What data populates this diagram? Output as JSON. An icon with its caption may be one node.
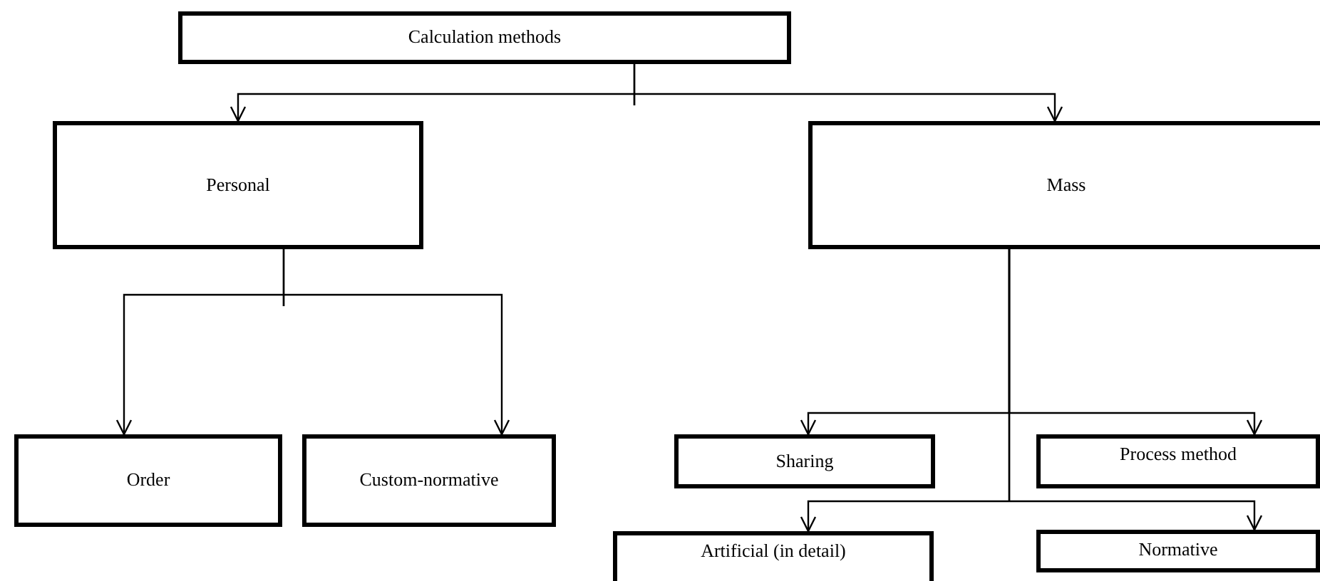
{
  "diagram": {
    "nodes": [
      {
        "text": [
          "Calculation methods"
        ]
      },
      {
        "text": [
          "Personal"
        ]
      },
      {
        "text": [
          "Mass"
        ]
      },
      {
        "text": [
          "Order"
        ]
      },
      {
        "text": [
          "Custom-normative"
        ]
      },
      {
        "text": [
          "Sharing"
        ]
      },
      {
        "text": [
          "Process method"
        ]
      },
      {
        "text": [
          "Artificial (in detail)"
        ]
      },
      {
        "text": [
          "Normative"
        ]
      }
    ],
    "edges": [
      {
        "from": 0,
        "to": 1,
        "arrow": "to"
      },
      {
        "from": 0,
        "to": 2,
        "arrow": "to"
      },
      {
        "from": 1,
        "to": 3,
        "arrow": "to"
      },
      {
        "from": 1,
        "to": 4,
        "arrow": "to"
      },
      {
        "from": 2,
        "to": 5,
        "arrow": "to"
      },
      {
        "from": 2,
        "to": 6,
        "arrow": "to"
      },
      {
        "from": 2,
        "to": 7,
        "arrow": "to"
      },
      {
        "from": 2,
        "to": 8,
        "arrow": "to"
      }
    ]
  }
}
